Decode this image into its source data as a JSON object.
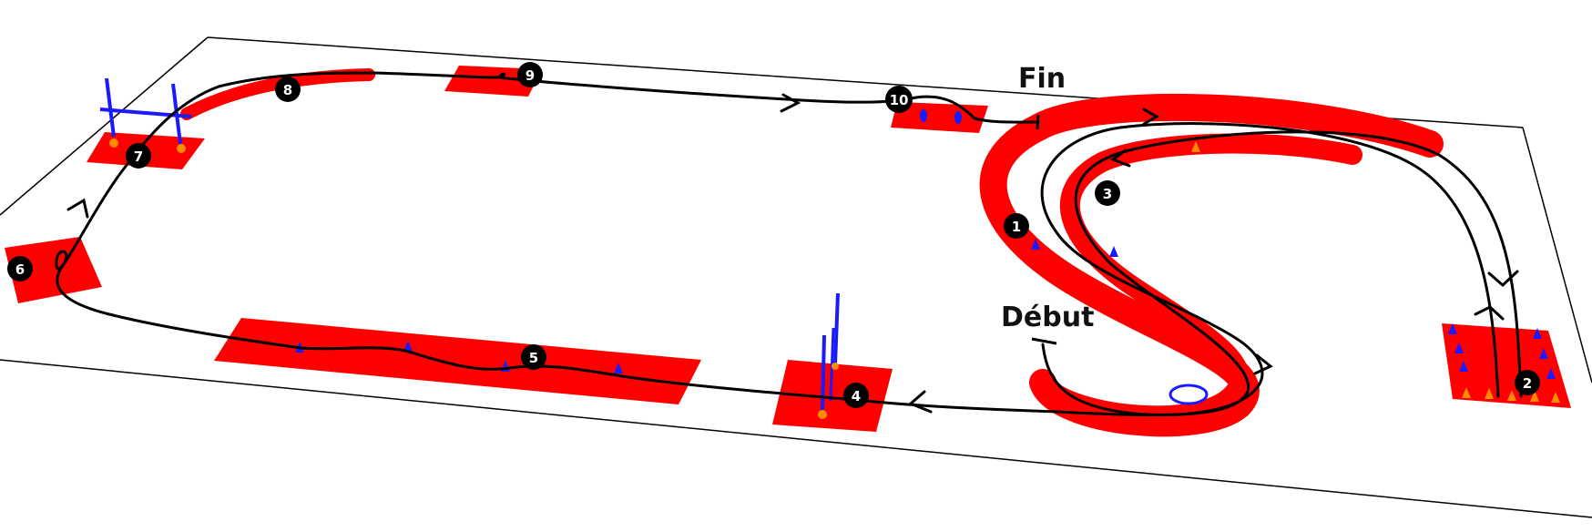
{
  "labels": {
    "start": "Début",
    "finish": "Fin"
  },
  "stations": [
    "1",
    "2",
    "3",
    "4",
    "5",
    "6",
    "7",
    "8",
    "9",
    "10"
  ],
  "colors": {
    "zone": "#ff0000",
    "path": "#000000",
    "equipment": "#1a1aff",
    "cone": "#ff8c00",
    "border": "#000000"
  }
}
